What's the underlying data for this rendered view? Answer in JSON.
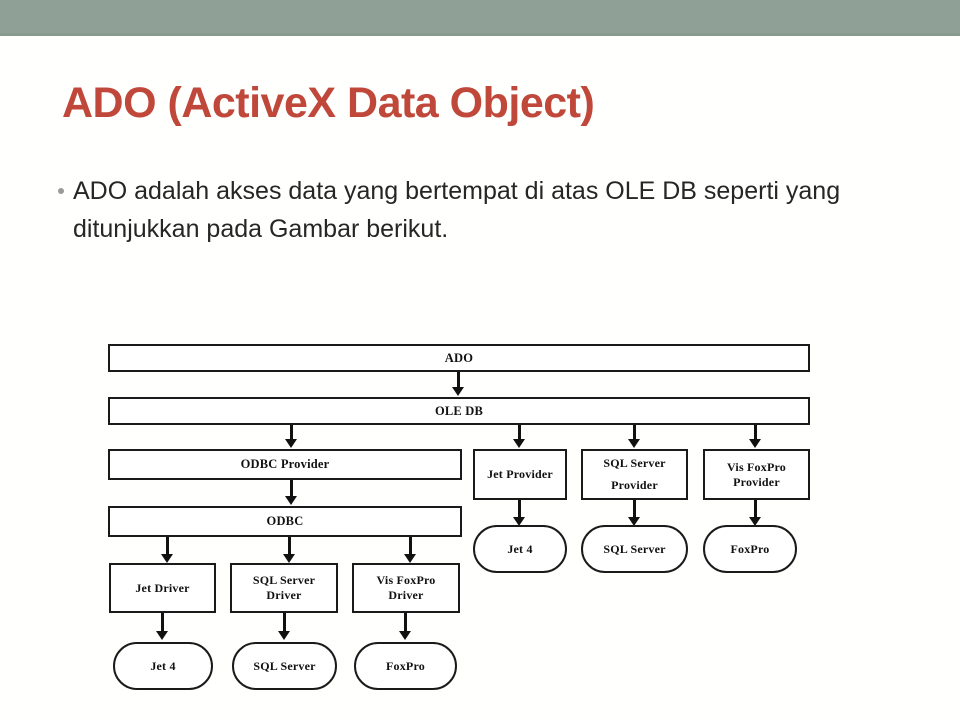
{
  "slide": {
    "title": "ADO (ActiveX Data Object)",
    "bullet_text": "ADO adalah akses data yang bertempat di atas OLE DB seperti yang ditunjukkan pada Gambar berikut.",
    "accent_color": "#C0483B",
    "band_color": "#8FA097",
    "body_color": "#262626"
  },
  "diagram": {
    "nodes": {
      "ado": "ADO",
      "ole_db": "OLE DB",
      "odbc_provider": "ODBC Provider",
      "odbc": "ODBC",
      "jet_driver": "Jet Driver",
      "sql_server_driver_l1": "SQL Server",
      "sql_server_driver_l2": "Driver",
      "vis_foxpro_driver_l1": "Vis FoxPro",
      "vis_foxpro_driver_l2": "Driver",
      "jet4_left": "Jet 4",
      "sql_server_left": "SQL Server",
      "foxpro_left": "FoxPro",
      "jet_provider": "Jet Provider",
      "sql_server_provider_l1": "SQL Server",
      "sql_server_provider_l2": "Provider",
      "vis_foxpro_provider_l1": "Vis FoxPro",
      "vis_foxpro_provider_l2": "Provider",
      "jet4_right": "Jet 4",
      "sql_server_right": "SQL Server",
      "foxpro_right": "FoxPro"
    }
  }
}
